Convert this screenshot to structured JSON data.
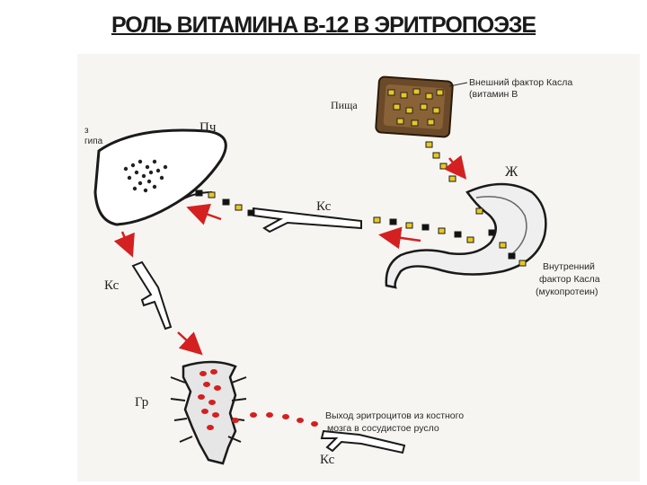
{
  "title": "РОЛЬ ВИТАМИНА В-12 В ЭРИТРОПОЭЗЕ",
  "labels": {
    "food": "Пища",
    "extrinsic_factor_line1": "Внешний фактор Касла",
    "extrinsic_factor_line2": "(витамин В",
    "liver_abbr": "Пч",
    "liver_note_line1": "з",
    "liver_note_line2": "гипа",
    "stomach_abbr": "Ж",
    "vessel_top": "Кс",
    "vessel_left": "Кс",
    "vessel_bottom": "Кс",
    "bone_marrow_abbr": "Гр",
    "intrinsic_factor_line1": "Внутренний",
    "intrinsic_factor_line2": "фактор Касла",
    "intrinsic_factor_line3": "(мукопротеин)",
    "erythrocyte_exit_line1": "Выход эритроцитов из костного",
    "erythrocyte_exit_line2": "мозга в сосудистое русло"
  },
  "colors": {
    "arrow": "#d42020",
    "vitamin": "#e8c820",
    "outline": "#1a1a1a",
    "dots": "#d42020"
  }
}
